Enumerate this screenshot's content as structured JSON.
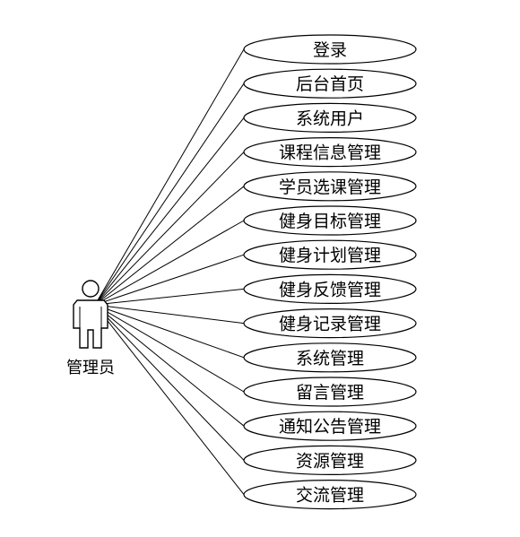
{
  "actor": {
    "name": "管理员"
  },
  "use_cases": [
    {
      "label": "登录"
    },
    {
      "label": "后台首页"
    },
    {
      "label": "系统用户"
    },
    {
      "label": "课程信息管理"
    },
    {
      "label": "学员选课管理"
    },
    {
      "label": "健身目标管理"
    },
    {
      "label": "健身计划管理"
    },
    {
      "label": "健身反馈管理"
    },
    {
      "label": "健身记录管理"
    },
    {
      "label": "系统管理"
    },
    {
      "label": "留言管理"
    },
    {
      "label": "通知公告管理"
    },
    {
      "label": "资源管理"
    },
    {
      "label": "交流管理"
    }
  ],
  "colors": {
    "stroke": "#000000",
    "fill": "#ffffff"
  }
}
